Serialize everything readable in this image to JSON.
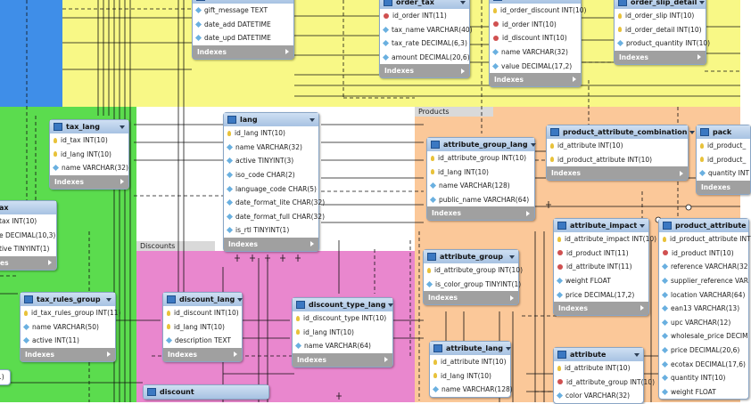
{
  "regions": [
    {
      "id": "blue",
      "label": ""
    },
    {
      "id": "yellow",
      "label": ""
    },
    {
      "id": "green",
      "label": ""
    },
    {
      "id": "white",
      "label": ""
    },
    {
      "id": "products",
      "label": "Products"
    },
    {
      "id": "discounts",
      "label": "Discounts"
    }
  ],
  "tables": [
    {
      "name": "",
      "index_label": "Indexes",
      "columns": [
        {
          "kind": "col",
          "text": "gift_message TEXT"
        },
        {
          "kind": "col",
          "text": "date_add DATETIME"
        },
        {
          "kind": "col",
          "text": "date_upd DATETIME"
        }
      ]
    },
    {
      "name": "order_tax",
      "index_label": "Indexes",
      "columns": [
        {
          "kind": "fk",
          "text": "id_order INT(11)"
        },
        {
          "kind": "col",
          "text": "tax_name VARCHAR(40)"
        },
        {
          "kind": "col",
          "text": "tax_rate DECIMAL(6,3)"
        },
        {
          "kind": "col",
          "text": "amount DECIMAL(20,6)"
        }
      ]
    },
    {
      "name": "",
      "index_label": "Indexes",
      "columns": [
        {
          "kind": "key",
          "text": "id_order_discount INT(10)"
        },
        {
          "kind": "fk",
          "text": "id_order INT(10)"
        },
        {
          "kind": "fk",
          "text": "id_discount INT(10)"
        },
        {
          "kind": "col",
          "text": "name VARCHAR(32)"
        },
        {
          "kind": "col",
          "text": "value DECIMAL(17,2)"
        }
      ]
    },
    {
      "name": "order_slip_detail",
      "index_label": "Indexes",
      "columns": [
        {
          "kind": "key",
          "text": "id_order_slip INT(10)"
        },
        {
          "kind": "key",
          "text": "id_order_detail INT(10)"
        },
        {
          "kind": "col",
          "text": "product_quantity INT(10)"
        }
      ]
    },
    {
      "name": "tax_lang",
      "index_label": "Indexes",
      "columns": [
        {
          "kind": "key",
          "text": "id_tax INT(10)"
        },
        {
          "kind": "key",
          "text": "id_lang INT(10)"
        },
        {
          "kind": "col",
          "text": "name VARCHAR(32)"
        }
      ]
    },
    {
      "name": "ax",
      "index_label": "es",
      "columns": [
        {
          "kind": "col",
          "text": "tax INT(10)"
        },
        {
          "kind": "col",
          "text": "e DECIMAL(10,3)"
        },
        {
          "kind": "col",
          "text": "tive TINYINT(1)"
        }
      ]
    },
    {
      "name": "lang",
      "index_label": "Indexes",
      "columns": [
        {
          "kind": "key",
          "text": "id_lang INT(10)"
        },
        {
          "kind": "col",
          "text": "name VARCHAR(32)"
        },
        {
          "kind": "col",
          "text": "active TINYINT(3)"
        },
        {
          "kind": "col",
          "text": "iso_code CHAR(2)"
        },
        {
          "kind": "col",
          "text": "language_code CHAR(5)"
        },
        {
          "kind": "col",
          "text": "date_format_lite CHAR(32)"
        },
        {
          "kind": "col",
          "text": "date_format_full CHAR(32)"
        },
        {
          "kind": "col",
          "text": "is_rtl TINYINT(1)"
        }
      ]
    },
    {
      "name": "attribute_group_lang",
      "index_label": "Indexes",
      "columns": [
        {
          "kind": "key",
          "text": "id_attribute_group INT(10)"
        },
        {
          "kind": "key",
          "text": "id_lang INT(10)"
        },
        {
          "kind": "col",
          "text": "name VARCHAR(128)"
        },
        {
          "kind": "col",
          "text": "public_name VARCHAR(64)"
        }
      ]
    },
    {
      "name": "product_attribute_combination",
      "index_label": "Indexes",
      "columns": [
        {
          "kind": "key",
          "text": "id_attribute INT(10)"
        },
        {
          "kind": "key",
          "text": "id_product_attribute INT(10)"
        }
      ]
    },
    {
      "name": "pack",
      "index_label": "Indexes",
      "columns": [
        {
          "kind": "key",
          "text": "id_product_"
        },
        {
          "kind": "key",
          "text": "id_product_"
        },
        {
          "kind": "col",
          "text": "quantity INT"
        }
      ]
    },
    {
      "name": "attribute_impact",
      "index_label": "Indexes",
      "columns": [
        {
          "kind": "key",
          "text": "id_attribute_impact INT(10)"
        },
        {
          "kind": "fk",
          "text": "id_product INT(11)"
        },
        {
          "kind": "fk",
          "text": "id_attribute INT(11)"
        },
        {
          "kind": "col",
          "text": "weight FLOAT"
        },
        {
          "kind": "col",
          "text": "price DECIMAL(17,2)"
        }
      ]
    },
    {
      "name": "product_attribute",
      "index_label": "",
      "columns": [
        {
          "kind": "key",
          "text": "id_product_attribute INT"
        },
        {
          "kind": "fk",
          "text": "id_product INT(10)"
        },
        {
          "kind": "col",
          "text": "reference VARCHAR(32"
        },
        {
          "kind": "col",
          "text": "supplier_reference VAR"
        },
        {
          "kind": "col",
          "text": "location VARCHAR(64)"
        },
        {
          "kind": "col",
          "text": "ean13 VARCHAR(13)"
        },
        {
          "kind": "col",
          "text": "upc VARCHAR(12)"
        },
        {
          "kind": "col",
          "text": "wholesale_price DECIM"
        },
        {
          "kind": "col",
          "text": "price DECIMAL(20,6)"
        },
        {
          "kind": "col",
          "text": "ecotax DECIMAL(17,6)"
        },
        {
          "kind": "col",
          "text": "quantity INT(10)"
        },
        {
          "kind": "col",
          "text": "weight FLOAT"
        }
      ]
    },
    {
      "name": "attribute_group",
      "index_label": "Indexes",
      "columns": [
        {
          "kind": "key",
          "text": "id_attribute_group INT(10)"
        },
        {
          "kind": "col",
          "text": "is_color_group TINYINT(1)"
        }
      ]
    },
    {
      "name": "tax_rules_group",
      "index_label": "Indexes",
      "columns": [
        {
          "kind": "key",
          "text": "id_tax_rules_group INT(11)"
        },
        {
          "kind": "col",
          "text": "name VARCHAR(50)"
        },
        {
          "kind": "col",
          "text": "active INT(11)"
        }
      ]
    },
    {
      "name": "discount_lang",
      "index_label": "Indexes",
      "columns": [
        {
          "kind": "key",
          "text": "id_discount INT(10)"
        },
        {
          "kind": "key",
          "text": "id_lang INT(10)"
        },
        {
          "kind": "col",
          "text": "description TEXT"
        }
      ]
    },
    {
      "name": "discount_type_lang",
      "index_label": "Indexes",
      "columns": [
        {
          "kind": "key",
          "text": "id_discount_type INT(10)"
        },
        {
          "kind": "key",
          "text": "id_lang INT(10)"
        },
        {
          "kind": "col",
          "text": "name VARCHAR(64)"
        }
      ]
    },
    {
      "name": "attribute_lang",
      "index_label": "",
      "columns": [
        {
          "kind": "key",
          "text": "id_attribute INT(10)"
        },
        {
          "kind": "key",
          "text": "id_lang INT(10)"
        },
        {
          "kind": "col",
          "text": "name VARCHAR(128)"
        }
      ]
    },
    {
      "name": "attribute",
      "index_label": "",
      "columns": [
        {
          "kind": "key",
          "text": "id_attribute INT(10)"
        },
        {
          "kind": "fk",
          "text": "id_attribute_group INT(10)"
        },
        {
          "kind": "col",
          "text": "color VARCHAR(32)"
        }
      ]
    },
    {
      "name": "discount",
      "index_label": "",
      "columns": []
    },
    {
      "name": "",
      "index_label": "",
      "columns": [
        {
          "kind": "col",
          "text": "1)"
        }
      ]
    }
  ]
}
